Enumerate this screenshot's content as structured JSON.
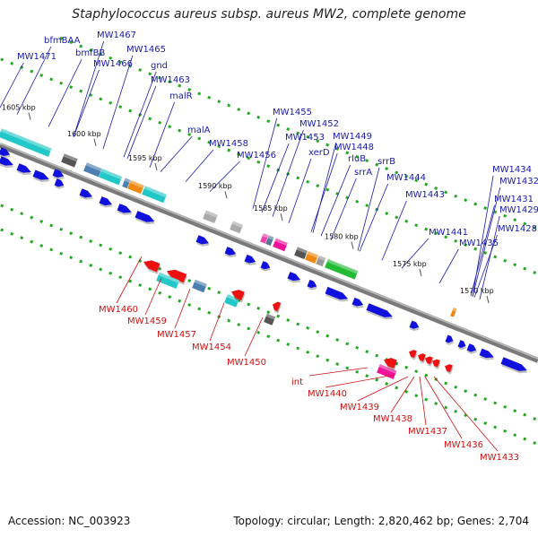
{
  "title": "Staphylococcus aureus subsp. aureus MW2, complete genome",
  "footer": {
    "accession": "Accession: NC_003923",
    "summary": "Topology: circular; Length: 2,820,462 bp; Genes: 2,704"
  },
  "colors": {
    "backbone": "#7a7a7a",
    "cds": "#1111dd",
    "label_top": "#1a1aa8",
    "label_bottom": "#cc1111",
    "rna": "#ee1111",
    "dots": "#22aa22"
  },
  "ticks": [
    {
      "label": "1605 kbp"
    },
    {
      "label": "1600 kbp"
    },
    {
      "label": "1595 kbp"
    },
    {
      "label": "1590 kbp"
    },
    {
      "label": "1585 kbp"
    },
    {
      "label": "1580 kbp"
    },
    {
      "label": "1575 kbp"
    },
    {
      "label": "1570 kbp"
    }
  ],
  "top_labels": [
    "bfmBAA",
    "MW1467",
    "MW1471",
    "bmfBB",
    "MW1465",
    "MW1466",
    "gnd",
    "MW1463",
    "malR",
    "malA",
    "MW1458",
    "MW1455",
    "MW1452",
    "MW1453",
    "MW1449",
    "MW1456",
    "MW1448",
    "xerD",
    "rluB",
    "srrA",
    "srrB",
    "MW1444",
    "MW1443",
    "MW1434",
    "MW1432",
    "MW1431",
    "MW1429",
    "MW1441",
    "MW1428",
    "MW1435"
  ],
  "bottom_labels": [
    "MW1460",
    "MW1459",
    "MW1457",
    "MW1454",
    "MW1450",
    "int",
    "MW1440",
    "MW1439",
    "MW1438",
    "MW1437",
    "MW1436",
    "MW1433"
  ]
}
